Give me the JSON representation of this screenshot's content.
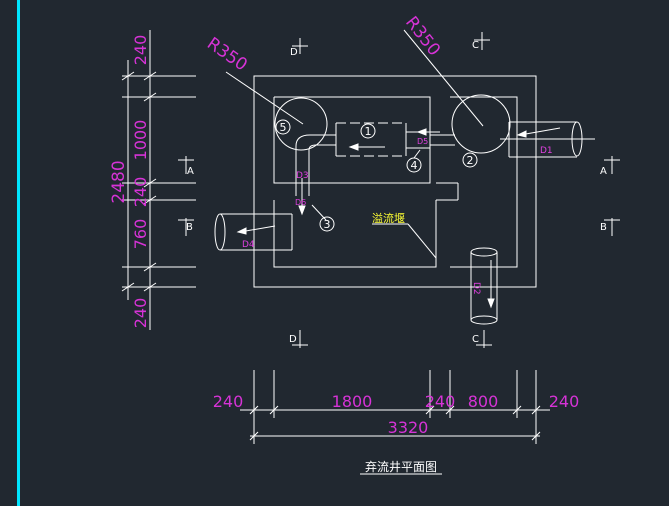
{
  "title": "弃流井平面图",
  "overflow_weir": "溢流堰",
  "radius_labels": [
    "R350",
    "R350"
  ],
  "vertical_dims": {
    "total": "2480",
    "segments": [
      "240",
      "1000",
      "240",
      "760",
      "240"
    ]
  },
  "horizontal_dims": {
    "total": "3320",
    "segments": [
      "240",
      "1800",
      "240",
      "800",
      "240"
    ]
  },
  "section_marks": {
    "a": "A",
    "b": "B",
    "c": "C",
    "d": "D"
  },
  "pipes": {
    "d1": "D1",
    "d2": "D2",
    "d3": "D3",
    "d4": "D4",
    "d5": "D5",
    "d6": "D6"
  },
  "callouts": [
    "1",
    "2",
    "3",
    "4",
    "5"
  ],
  "colors": {
    "background": "#212830",
    "lines": "#ffffff",
    "dimension": "#d633d6",
    "accent_bar": "#00e5ff",
    "weir_label": "#ffff33"
  }
}
